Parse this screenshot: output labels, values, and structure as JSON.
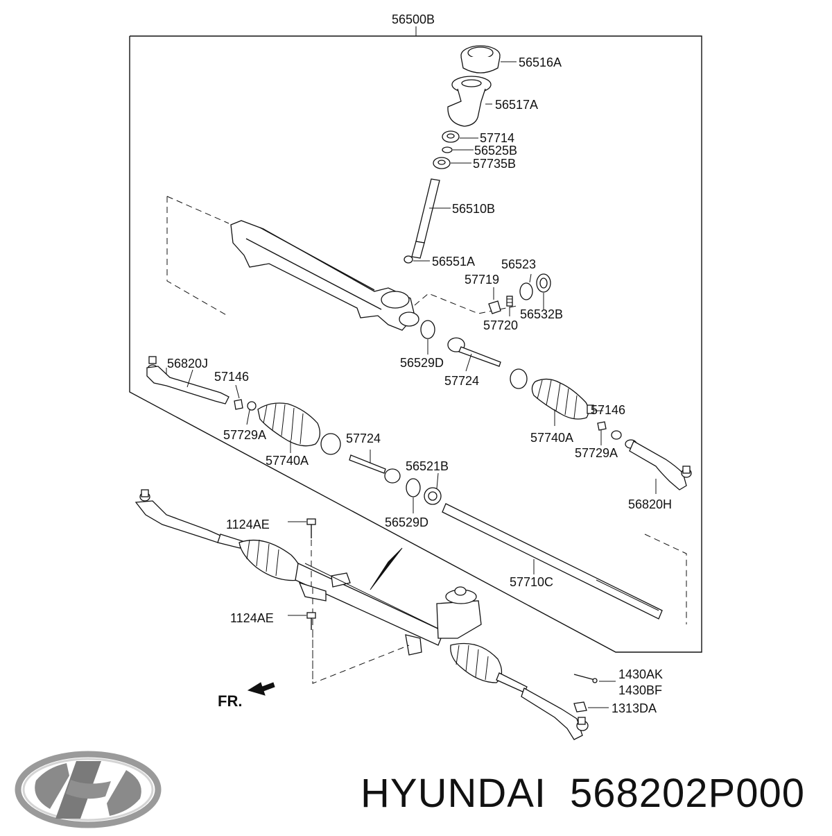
{
  "diagram": {
    "assembly_label": "56500B",
    "front_marker": "FR.",
    "labels": {
      "p56516A": "56516A",
      "p56517A": "56517A",
      "p57714": "57714",
      "p56525B": "56525B",
      "p57735B": "57735B",
      "p56510B": "56510B",
      "p56551A": "56551A",
      "p56523": "56523",
      "p57719": "57719",
      "p56532B": "56532B",
      "p57720": "57720",
      "p56529D_top": "56529D",
      "p57724_top": "57724",
      "p56820J": "56820J",
      "p57146_left": "57146",
      "p57729A_left": "57729A",
      "p57740A_left": "57740A",
      "p57724_mid": "57724",
      "p56521B": "56521B",
      "p56529D_bottom": "56529D",
      "p57146_right": "57146",
      "p57740A_right": "57740A",
      "p57729A_right": "57729A",
      "p56820H": "56820H",
      "p57710C": "57710C",
      "p1124AE_top": "1124AE",
      "p1124AE_bottom": "1124AE",
      "p1430AK": "1430AK",
      "p1430BF": "1430BF",
      "p1313DA": "1313DA"
    }
  },
  "caption": {
    "brand": "HYUNDAI",
    "part_number": "568202P000"
  },
  "logo": {
    "name": "hyundai-logo",
    "color": "#8a8a8a"
  }
}
